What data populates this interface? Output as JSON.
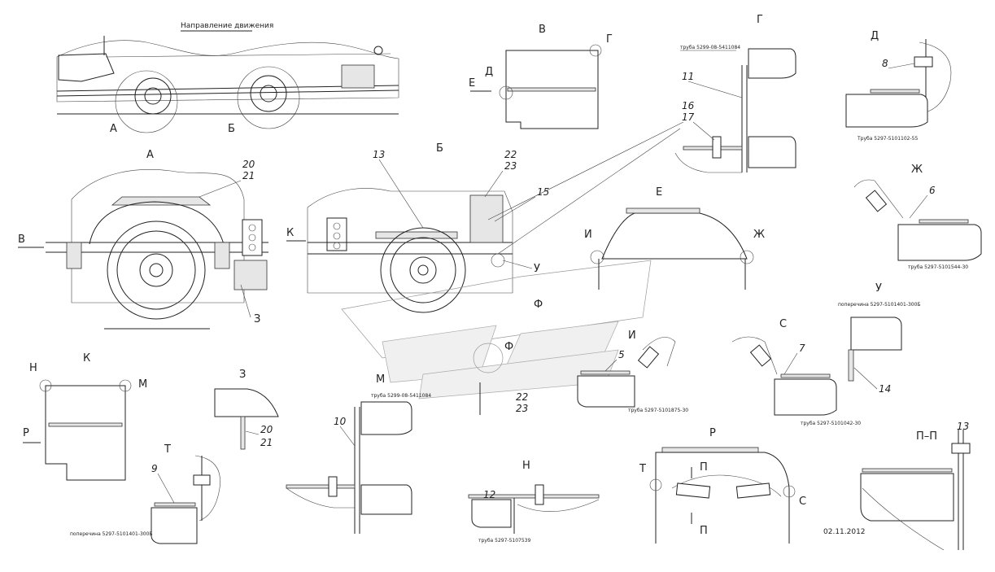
{
  "header": {
    "direction_label": "Направление движения"
  },
  "views": {
    "A": "А",
    "B": "Б",
    "V": "В",
    "G": "Г",
    "D": "Д",
    "E_cyr": "Е",
    "Zh": "Ж",
    "I": "И",
    "U": "У",
    "F1": "Ф",
    "F2": "Ф",
    "K": "К",
    "Z": "З",
    "S": "С",
    "N": "Н",
    "M": "М",
    "R": "Р",
    "T": "Т",
    "P1": "П",
    "P2": "П",
    "PP": "П–П"
  },
  "callouts": {
    "c5": "5",
    "c6": "6",
    "c7": "7",
    "c8": "8",
    "c9": "9",
    "c10": "10",
    "c11": "11",
    "c12": "12",
    "c13a": "13",
    "c13b": "13",
    "c14": "14",
    "c15": "15",
    "c16": "16",
    "c17": "17",
    "c20a": "20",
    "c21a": "21",
    "c20b": "20",
    "c21b": "21",
    "c22a": "22",
    "c23a": "23",
    "c22b": "22",
    "c23b": "23"
  },
  "notes": {
    "g_pipe": "труба 5299-08-5411084",
    "d_pipe": "Труба 5297-5101102-55",
    "zh_pipe": "труба 5297-5101544-30",
    "u_pipe": "поперечина 5297-5101401-300Б",
    "i_pipe": "труба 5297-5101875-30",
    "m_pipe": "труба 5299-08-5411084",
    "s_pipe": "труба 5297-5101042-30",
    "t_pipe": "поперечина 5297-5101401-300Б",
    "n_pipe": "труба 5297-5107539"
  },
  "date": "02.11.2012"
}
